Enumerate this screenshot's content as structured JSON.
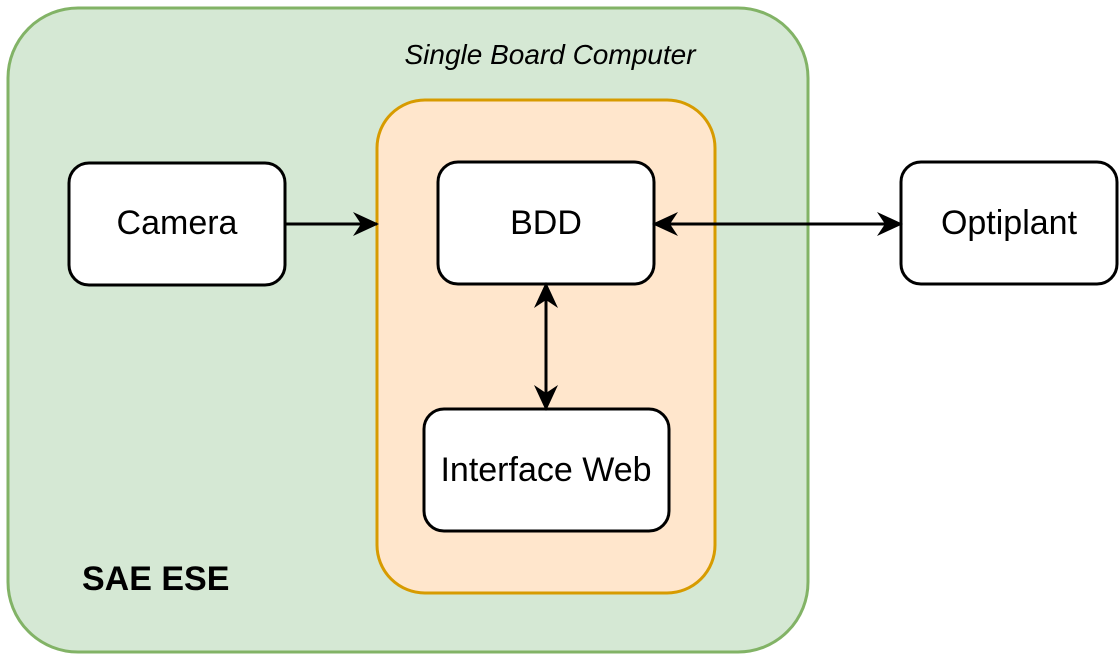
{
  "diagram": {
    "outer_group": {
      "label": "SAE ESE",
      "fill": "#d5e8d4",
      "stroke": "#82b366"
    },
    "inner_group": {
      "label": "Single Board Computer",
      "fill": "#ffe6cc",
      "stroke": "#d79b00"
    },
    "nodes": {
      "camera": "Camera",
      "bdd": "BDD",
      "interface_web": "Interface Web",
      "optiplant": "Optiplant"
    },
    "edges": [
      {
        "from": "camera",
        "to": "inner_group",
        "direction": "one-way"
      },
      {
        "from": "bdd",
        "to": "optiplant",
        "direction": "two-way"
      },
      {
        "from": "bdd",
        "to": "interface_web",
        "direction": "two-way"
      }
    ],
    "colors": {
      "node_fill": "#ffffff",
      "node_stroke": "#000000",
      "edge": "#000000"
    }
  }
}
